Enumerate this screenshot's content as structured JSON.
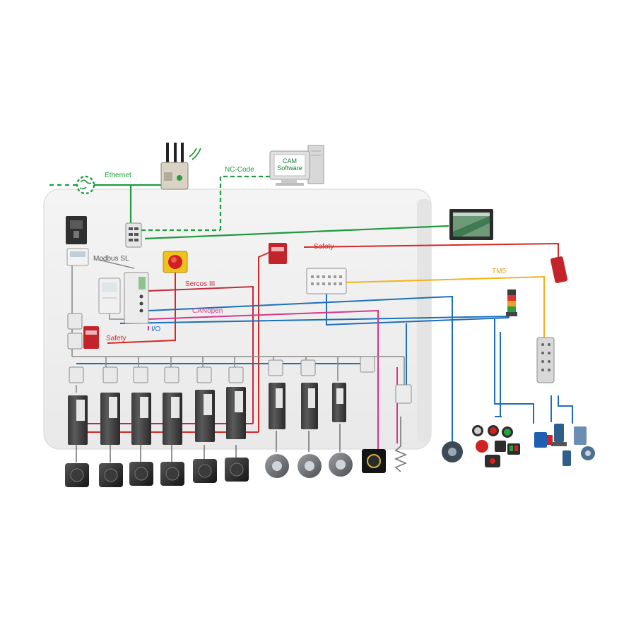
{
  "labels": {
    "ethernet": "Ethernet",
    "nc_code": "NC-Code",
    "cam_line1": "CAM",
    "cam_line2": "Software",
    "modbus": "Modbus SL",
    "safety_top": "Safety",
    "tm5": "TM5",
    "sercos": "Sercos III",
    "canopen": "CANopen",
    "io": "I/O",
    "safety_bottom": "Safety"
  },
  "colors": {
    "ethernet": "#1f9a3c",
    "safety": "#d22a2a",
    "sercos": "#c22a3a",
    "canopen": "#1e6fb8",
    "tm5": "#f2b21a",
    "io_magenta": "#d23a8a",
    "modbus_gray": "#8c8c8c",
    "panel": "#f1f1f1"
  },
  "icons": [
    "network-globe-icon",
    "wireless-router-icon",
    "cam-workstation-icon",
    "hmi-touchscreen-icon",
    "circuit-breaker-icon",
    "power-meter-icon",
    "ethernet-switch-icon",
    "emergency-stop-icon",
    "power-supply-icon",
    "motion-controller-icon",
    "safety-relay-icon",
    "tm5-io-module-icon",
    "signal-tower-icon",
    "io-splitter-box-icon",
    "servo-drive-icon",
    "servo-motor-icon",
    "stepper-drive-icon",
    "stepper-motor-icon",
    "rotary-encoder-icon",
    "push-button-icon",
    "photoelectric-sensor-icon"
  ]
}
